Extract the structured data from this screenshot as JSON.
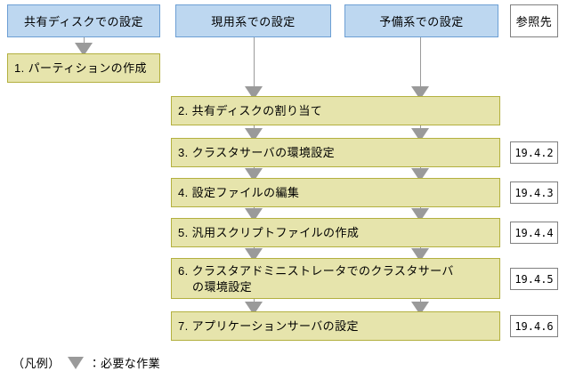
{
  "columns": {
    "shared": {
      "header": "共有ディスクでの設定"
    },
    "active": {
      "header": "現用系での設定"
    },
    "standby": {
      "header": "予備系での設定"
    },
    "reference": {
      "header": "参照先"
    }
  },
  "steps": [
    {
      "id": 1,
      "label": "1. パーティションの作成",
      "column": "shared",
      "reference": ""
    },
    {
      "id": 2,
      "label": "2. 共有ディスクの割り当て",
      "column": "both",
      "reference": ""
    },
    {
      "id": 3,
      "label": "3. クラスタサーバの環境設定",
      "column": "both",
      "reference": "19.4.2"
    },
    {
      "id": 4,
      "label": "4. 設定ファイルの編集",
      "column": "both",
      "reference": "19.4.3"
    },
    {
      "id": 5,
      "label": "5. 汎用スクリプトファイルの作成",
      "column": "both",
      "reference": "19.4.4"
    },
    {
      "id": 6,
      "label": "6. クラスタアドミニストレータでのクラスタサーバ\n    の環境設定",
      "column": "both",
      "reference": "19.4.5"
    },
    {
      "id": 7,
      "label": "7. アプリケーションサーバの設定",
      "column": "both",
      "reference": "19.4.6"
    }
  ],
  "legend": {
    "prefix": "（凡例）",
    "arrow_icon": "down-triangle-icon",
    "text": "：必要な作業"
  },
  "colors": {
    "header_fill": "#bdd7f0",
    "header_border": "#6d9fd4",
    "step_fill": "#e6e4ac",
    "step_border": "#b3b03f",
    "arrow": "#9a9a9a",
    "line": "#9a9a9a",
    "ref_border": "#808080"
  }
}
